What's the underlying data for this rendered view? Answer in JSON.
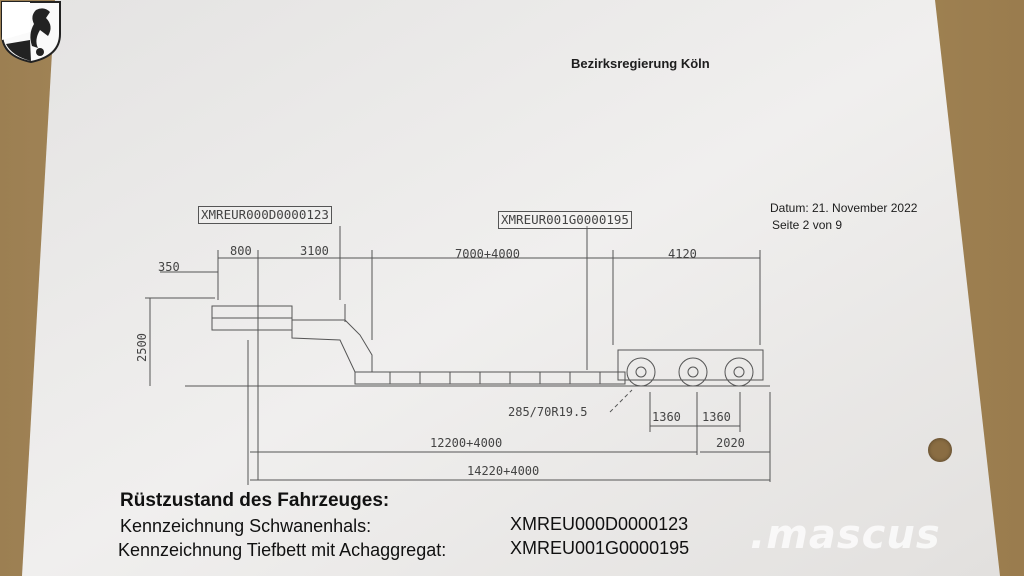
{
  "header": {
    "authority": "Bezirksregierung Köln",
    "date": "Datum: 21. November 2022",
    "page": "Seite 2 von 9"
  },
  "drawing": {
    "label_gooseneck": "XMREUR000D0000123",
    "label_lowbed": "XMREUR001G0000195",
    "dims": {
      "d350": "350",
      "d800": "800",
      "d3100": "3100",
      "d7000": "7000+4000",
      "d4120": "4120",
      "d2500": "2500",
      "tire": "285/70R19.5",
      "d1360a": "1360",
      "d1360b": "1360",
      "d2020": "2020",
      "d12200": "12200+4000",
      "d14220": "14220+4000"
    }
  },
  "setup": {
    "title": "Rüstzustand des Fahrzeuges:",
    "rows": [
      {
        "label": "Kennzeichnung Schwanenhals:",
        "value": "XMREU000D0000123"
      },
      {
        "label": "Kennzeichnung Tiefbett mit Achaggregat:",
        "value": "XMREU001G0000195"
      }
    ]
  },
  "watermark": ".mascus",
  "colors": {
    "paper": "#ecebea",
    "ink": "#1d1d1d",
    "line": "#555555"
  }
}
